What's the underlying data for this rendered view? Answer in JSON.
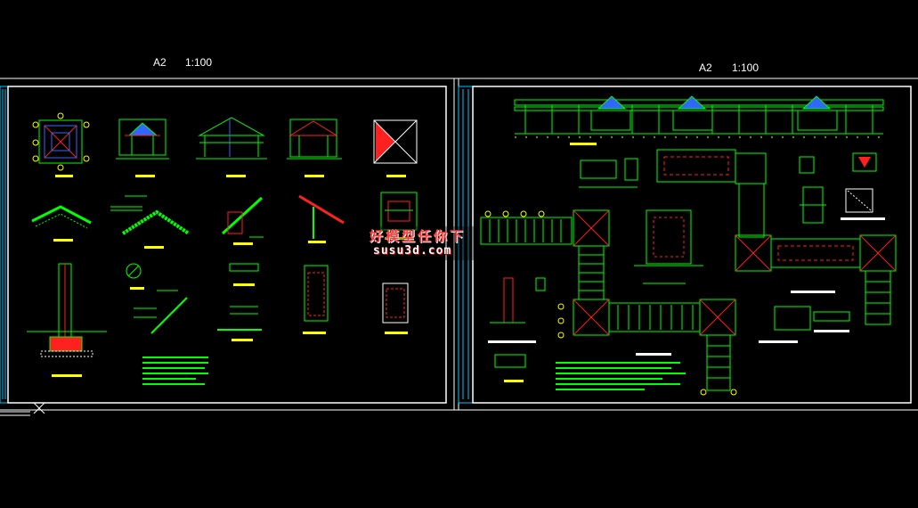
{
  "sheets": [
    {
      "id": "left",
      "paper_label": "A2",
      "scale_label": "1:100"
    },
    {
      "id": "right",
      "paper_label": "A2",
      "scale_label": "1:100"
    }
  ],
  "watermark": {
    "line1": "好模型任你下",
    "line2": "susu3d.com"
  },
  "right_sheet_titles": [
    "木廊架平面图",
    "节点大样图",
    "A-A剖面图",
    "花架基础平面图",
    "基础详图",
    "立面图"
  ],
  "colors": {
    "background": "#000000",
    "frame": "#ffffff",
    "lines": "#00ff00",
    "accent_red": "#ff2020",
    "accent_yellow": "#ffff00",
    "accent_blue": "#3366ff",
    "accent_cyan": "#00c8ff"
  },
  "icons": {
    "ucs": "ucs-cross-icon"
  }
}
